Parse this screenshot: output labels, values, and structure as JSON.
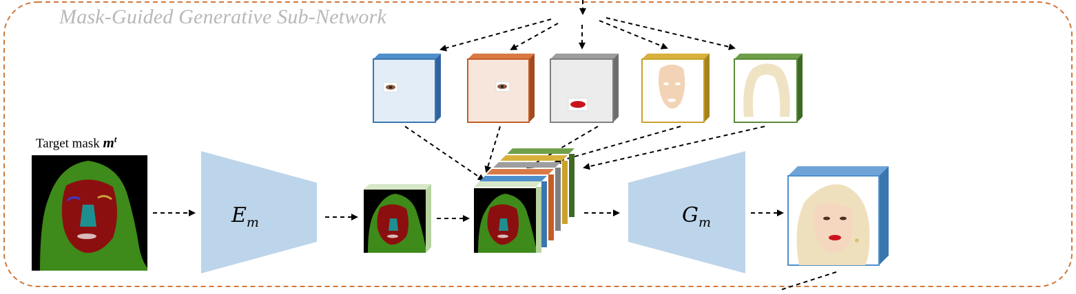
{
  "title": "Mask-Guided Generative Sub-Network",
  "target_mask": {
    "caption": "Target mask",
    "symbol": "m",
    "superscript": "t"
  },
  "encoder": {
    "symbol": "E",
    "subscript": "m"
  },
  "generator": {
    "symbol": "G",
    "subscript": "m"
  },
  "component_boxes": [
    {
      "name": "left-eye",
      "color": "#3a75b0",
      "face": "#e3edf7"
    },
    {
      "name": "right-eye",
      "color": "#c55d27",
      "face": "#f7e6dc"
    },
    {
      "name": "mouth",
      "color": "#7f7f7f",
      "face": "#ececec"
    },
    {
      "name": "skin",
      "color": "#c9a22b",
      "face": "#ffffff"
    },
    {
      "name": "hair",
      "color": "#5b8a3a",
      "face": "#ffffff"
    }
  ],
  "colors": {
    "frame_border": "#d0773a",
    "trapezoid": "#bdd5ea",
    "mask_background": "#000000",
    "mask_hair": "#3e8a1a",
    "mask_face": "#8c0f0f",
    "mask_nose": "#1e8f8f",
    "output_box": "#4f8fcc"
  }
}
